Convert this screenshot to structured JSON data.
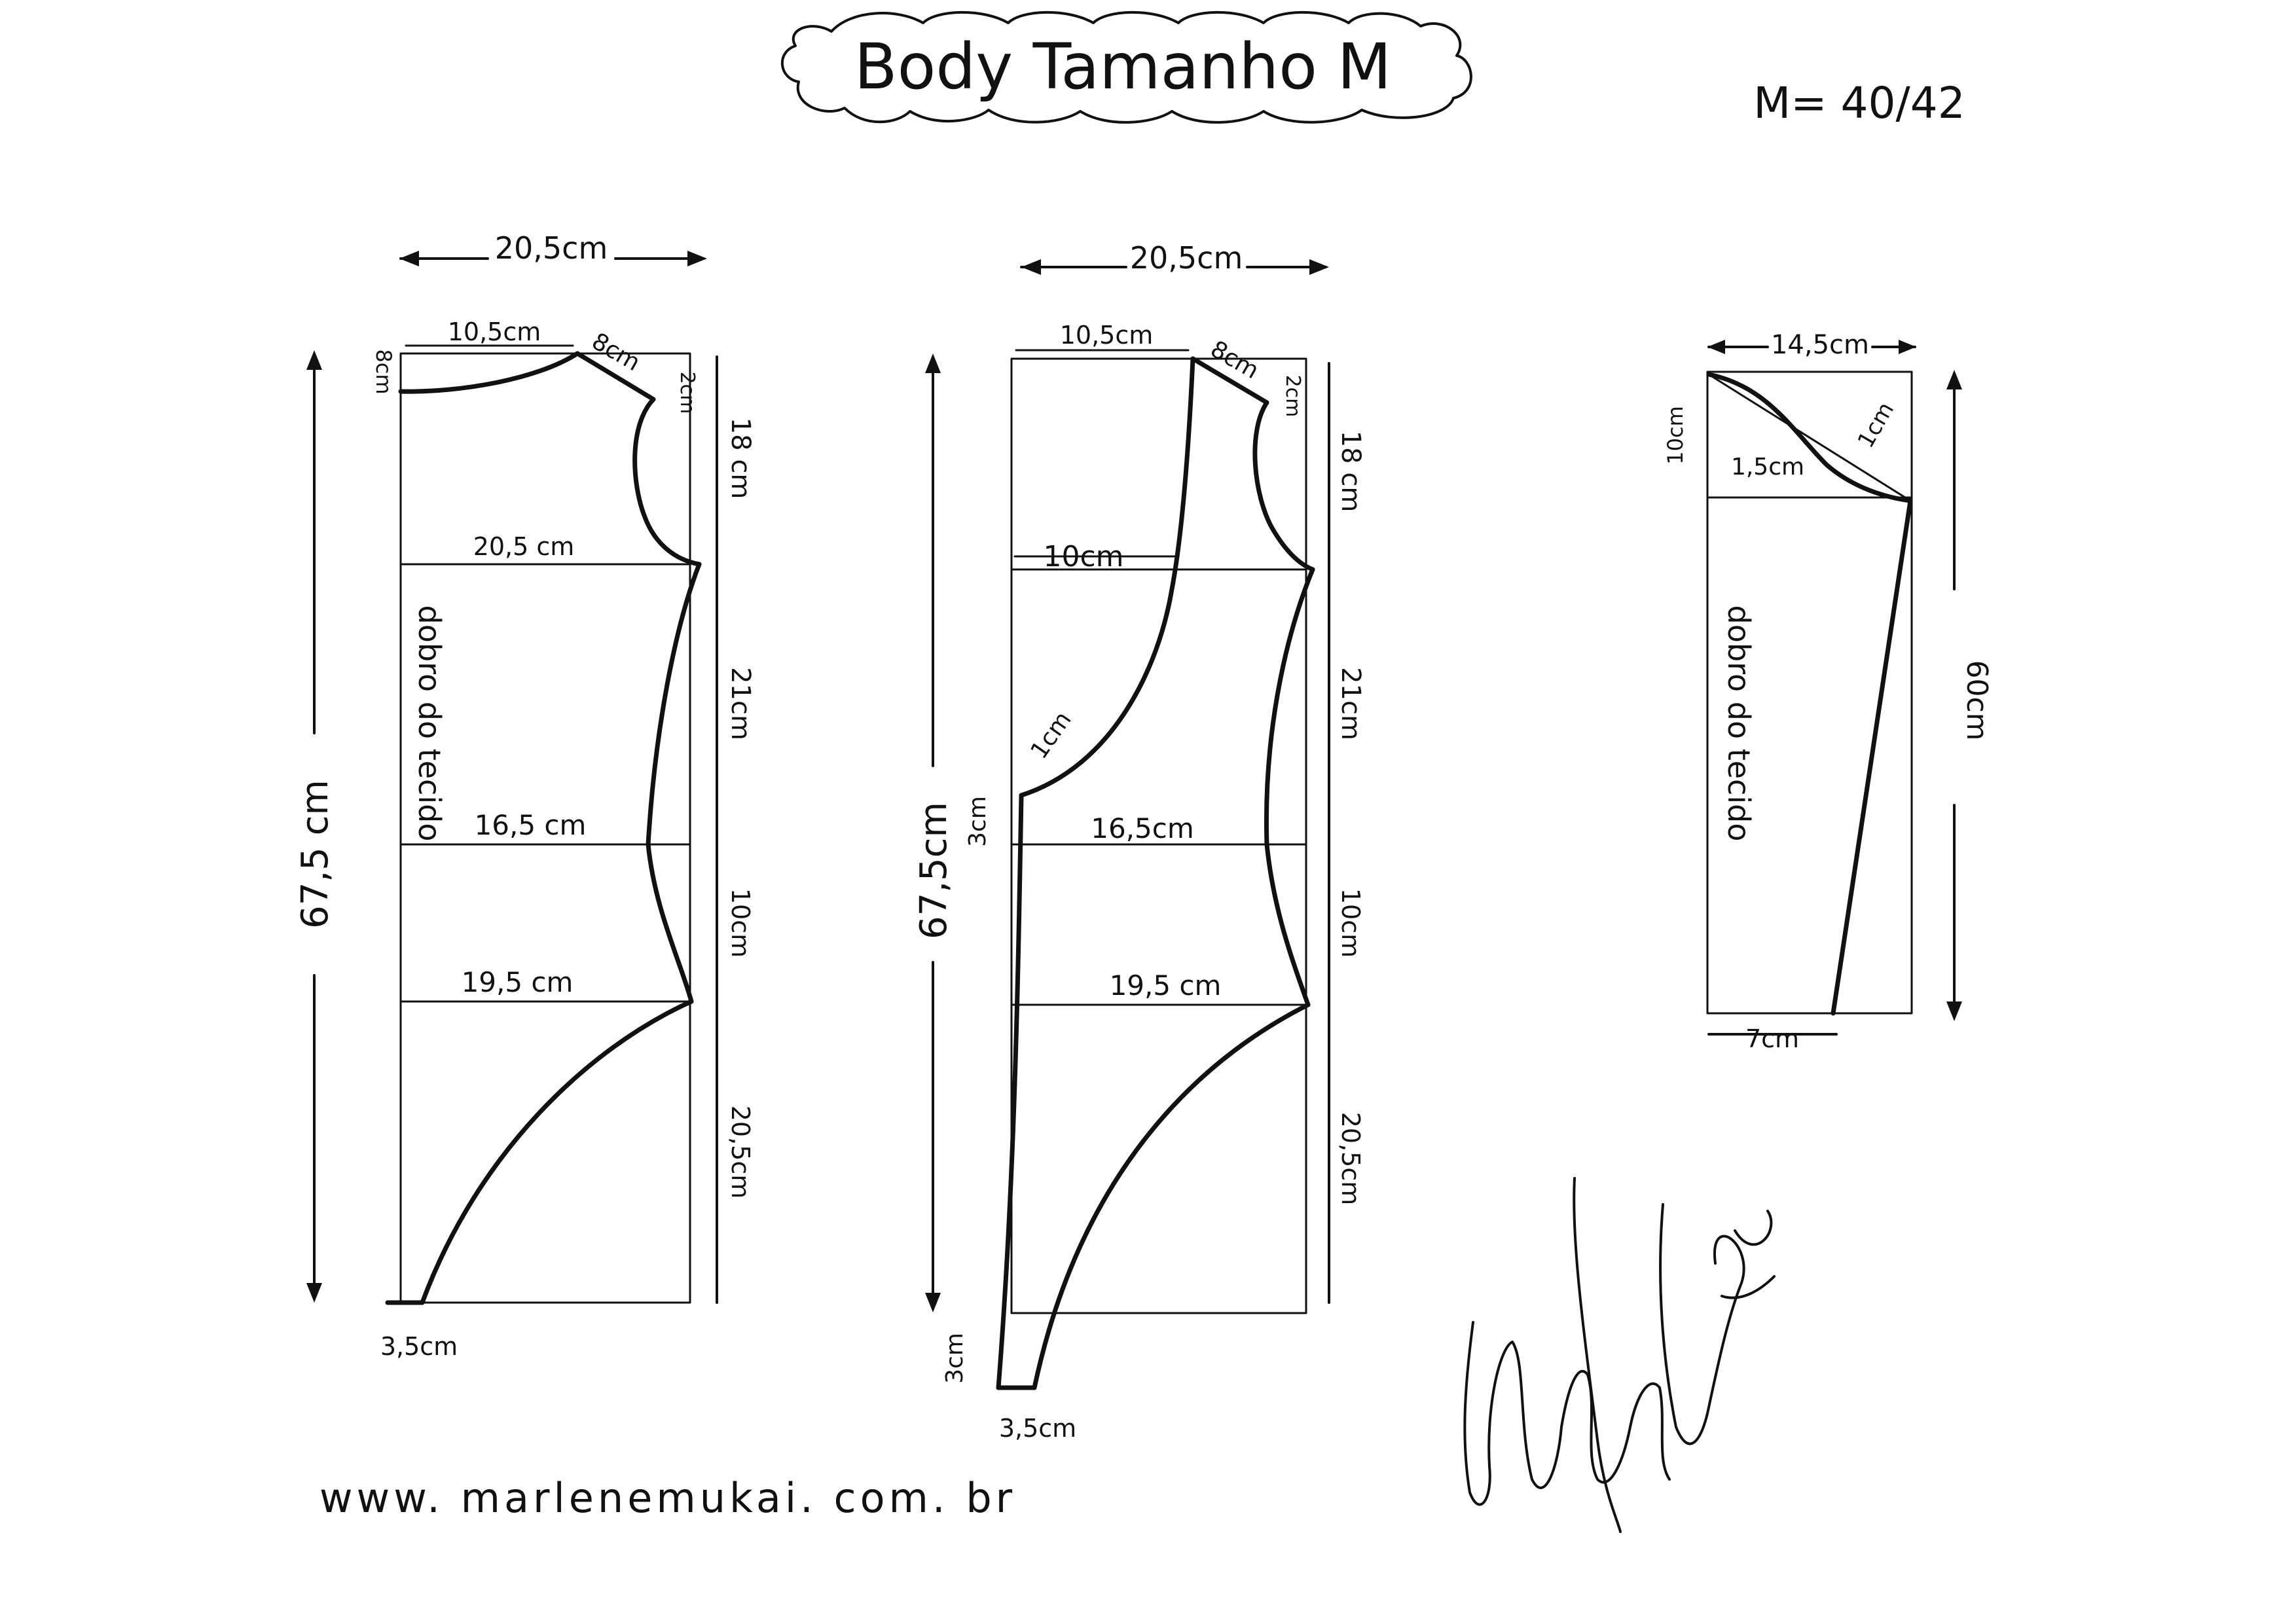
{
  "title": "Body Tamanho M",
  "size_note": "M= 40/42",
  "website": "www. marlenemukai. com. br",
  "signature": "Marlene Mukai",
  "colors": {
    "ink": "#111111",
    "paper": "#ffffff"
  },
  "front": {
    "width_top": "20,5cm",
    "neck_width": "10,5cm",
    "shoulder": "8cm",
    "neck_drop": "8cm",
    "shoulder_drop": "2cm",
    "armhole_depth": "18 cm",
    "bust": "20,5 cm",
    "fold": "dobro do tecido",
    "bust_to_waist": "21cm",
    "waist": "16,5 cm",
    "waist_to_hip": "10cm",
    "hip": "19,5 cm",
    "hip_to_crotch": "20,5cm",
    "total_length": "67,5 cm",
    "crotch": "3,5cm"
  },
  "back": {
    "width_top": "20,5cm",
    "neck_width": "10,5cm",
    "shoulder": "8cm",
    "shoulder_drop": "2cm",
    "armhole_depth": "18 cm",
    "neck_depth_width": "10cm",
    "curve_offset": "1cm",
    "neck_step": "3cm",
    "bust_to_waist": "21cm",
    "waist": "16,5cm",
    "waist_to_hip": "10cm",
    "hip": "19,5 cm",
    "hip_to_crotch": "20,5cm",
    "total_length": "67,5cm",
    "crotch_extension": "3cm",
    "crotch": "3,5cm"
  },
  "sleeve": {
    "width_top": "14,5cm",
    "cap_height": "10cm",
    "curve_inner": "1,5cm",
    "curve_outer": "1cm",
    "fold": "dobro do tecido",
    "length": "60cm",
    "cuff": "7cm"
  }
}
